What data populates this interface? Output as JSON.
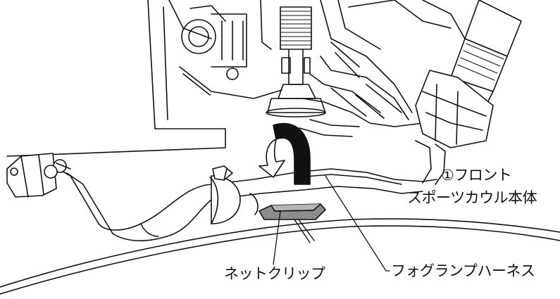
{
  "labels": {
    "part_number": "①フロント",
    "part_name": "スポーツカウル本体",
    "net_clip": "ネットクリップ",
    "fog_lamp_harness": "フォグランプハーネス"
  },
  "colors": {
    "ink": "#111111",
    "background": "#ffffff",
    "clip_fill": "#8c8c8c",
    "clip_dark": "#444444"
  },
  "icons": [
    "rotate-arrow-icon"
  ]
}
